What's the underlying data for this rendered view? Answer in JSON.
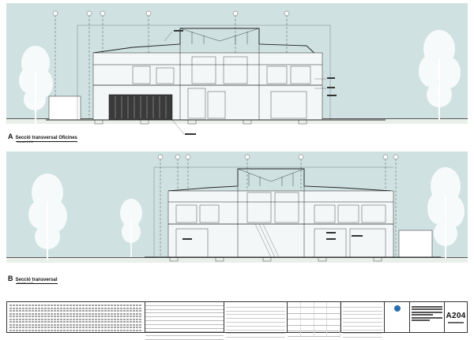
{
  "sections": [
    {
      "id": "A",
      "letter": "A",
      "title": "Secció transversal Oficines",
      "scale": "Escala 1:100"
    },
    {
      "id": "B",
      "letter": "B",
      "title": "Secció transversal",
      "scale": "Escala 1:100"
    }
  ],
  "title_block": {
    "sheet_number": "A204"
  },
  "colors": {
    "sky": "#cfe1e1",
    "ground": "#e9efe9",
    "line": "#222222",
    "logo": "#2a6fb0"
  }
}
